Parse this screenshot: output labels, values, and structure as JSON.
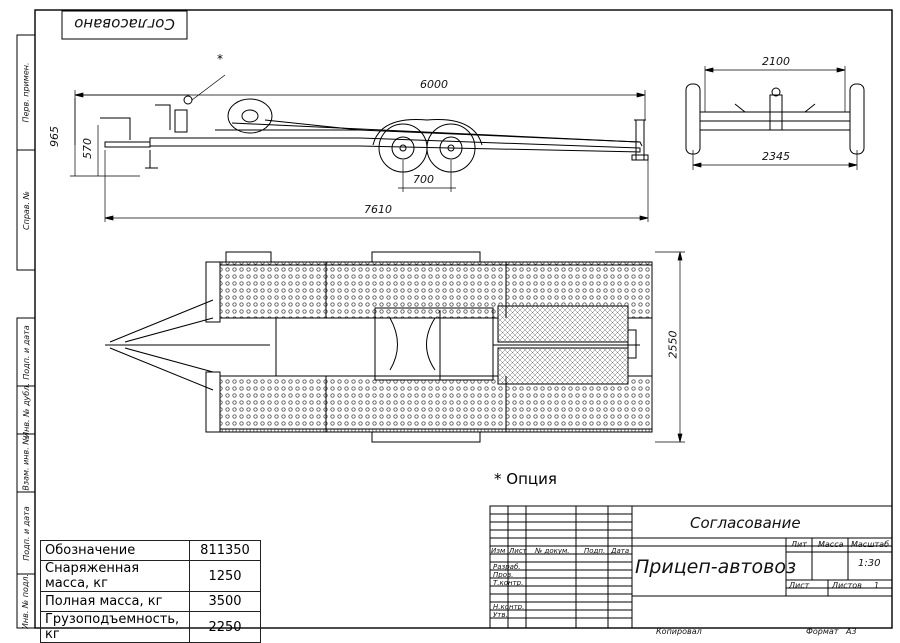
{
  "stamp_mirrored": "Согласовано",
  "side_labels": [
    "Перв. примен.",
    "Справ. №",
    "Подп. и дата",
    "Инв. № дубл.",
    "Взам. инв. №",
    "Подп. и дата",
    "Инв. № подл."
  ],
  "dimensions": {
    "overall_length": "7610",
    "deck_length": "6000",
    "axle_spacing": "700",
    "height_total": "965",
    "height_deck": "570",
    "width_inner": "2100",
    "width_outer": "2345",
    "width_platform": "2550"
  },
  "option_mark": "*",
  "option_note": "* Опция",
  "specs": [
    {
      "label": "Обозначение",
      "value": "811350"
    },
    {
      "label": "Снаряженная масса, кг",
      "value": "1250"
    },
    {
      "label": "Полная масса, кг",
      "value": "3500"
    },
    {
      "label": "Грузоподъемность, кг",
      "value": "2250"
    }
  ],
  "title_block": {
    "approval": "Согласование",
    "title": "Прицеп-автовоз",
    "col_headers": [
      "Изм",
      "Лист",
      "№ докум.",
      "Подп.",
      "Дата"
    ],
    "rows": [
      "Разраб.",
      "Пров.",
      "Т.контр.",
      "Н.контр.",
      "Утв."
    ],
    "lit": "Лит",
    "mass": "Масса",
    "scale_label": "Масштаб",
    "scale": "1:30",
    "sheet": "Лист",
    "sheets": "Листов",
    "sheets_count": "1",
    "copied": "Копировал",
    "format": "Формат",
    "format_value": "А3"
  }
}
